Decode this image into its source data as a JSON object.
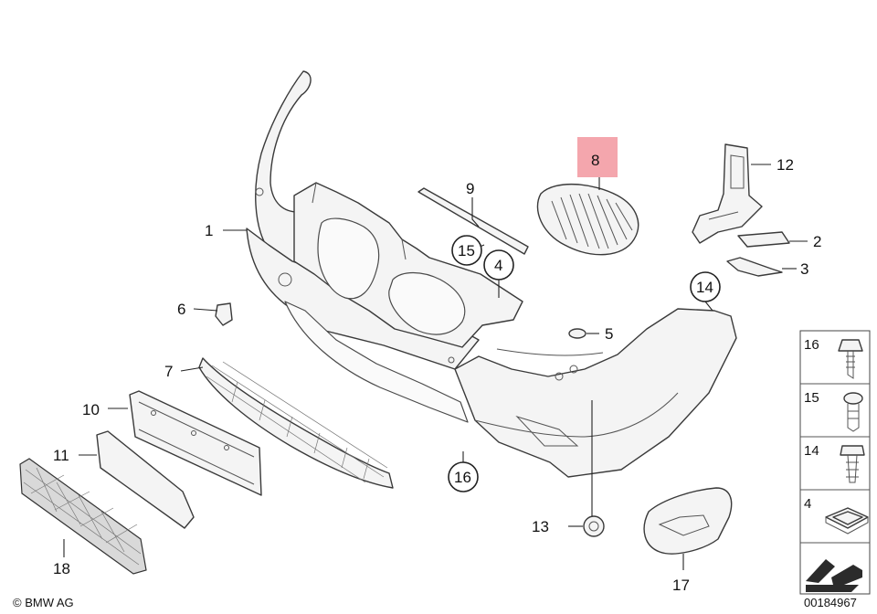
{
  "diagram": {
    "callouts": {
      "c1": "1",
      "c2": "2",
      "c3": "3",
      "c4": "4",
      "c5": "5",
      "c6": "6",
      "c7": "7",
      "c8": "8",
      "c9": "9",
      "c10": "10",
      "c11": "11",
      "c12": "12",
      "c13": "13",
      "c14": "14",
      "c15": "15",
      "c16": "16",
      "c17": "17",
      "c18": "18"
    },
    "highlighted_callout": "8",
    "highlight_color": "#f4a6ad",
    "fastener_column": [
      {
        "label": "16"
      },
      {
        "label": "15"
      },
      {
        "label": "14"
      },
      {
        "label": "4"
      }
    ]
  },
  "footer": {
    "copyright": "© BMW AG",
    "drawing_number": "00184967"
  }
}
